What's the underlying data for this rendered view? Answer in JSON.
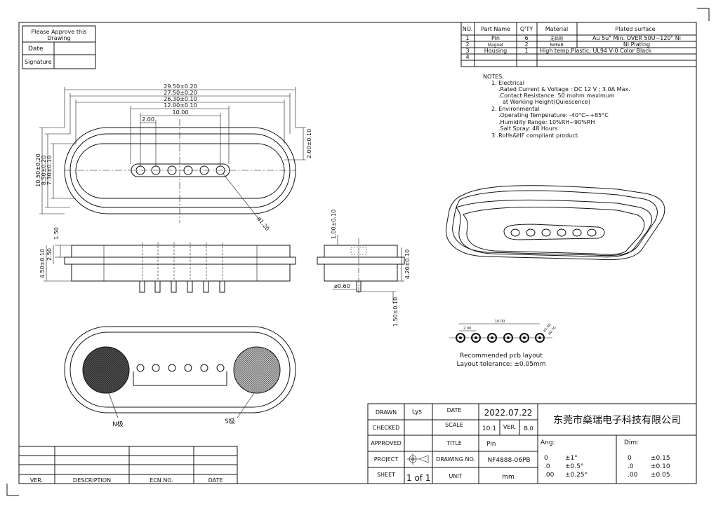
{
  "approve_box": {
    "title_line1": "Please Approve this",
    "title_line2": "Drawing",
    "date_label": "Date",
    "signature_label": "Signature"
  },
  "parts_table": {
    "headers": [
      "NO.",
      "Part Name",
      "Q'TY",
      "Material",
      "Plated surface"
    ],
    "rows": [
      {
        "no": "1",
        "name": "Pin",
        "qty": "6",
        "material": "无铅铜",
        "plated": "Au 5u\" Min. OVER 50U~120\" Ni"
      },
      {
        "no": "2",
        "name": "Magnet",
        "qty": "2",
        "material": "NdFeB",
        "plated": "Ni Plating"
      },
      {
        "no": "3",
        "name": "Housing",
        "qty": "1",
        "material": "High temp.Plastic; UL94 V-0 Color Black",
        "plated": ""
      },
      {
        "no": "4",
        "name": "",
        "qty": "",
        "material": "",
        "plated": ""
      }
    ]
  },
  "notes": {
    "title": "NOTES:",
    "lines": [
      "1.  Electrical",
      ".Rated Current & Voltage : DC 12 V ; 3.0A Max.",
      ".Contact Resistance: 50 mohm maximum",
      " at Working Height(Quiescence)",
      "2.  Environmental",
      ".Operating Temperature: -40°C~+85°C",
      ".Humidity Range: 10%RH~90%RH",
      ".Salt Spray: 48 Hours",
      "3  .RoHs&HF compliant product."
    ]
  },
  "dims_top": {
    "w1": "29.50±0.20",
    "w2": "27.50±0.20",
    "w3": "26.30±0.10",
    "w4": "12.00±0.10",
    "w5": "10.00",
    "pitch": "2.00",
    "h1": "10.50±0.20",
    "h2": "8.50±0.20",
    "h3": "7.30±0.10",
    "right": "2.00±0.10",
    "pin_dia": "ø1.20"
  },
  "dims_side": {
    "d150": "1.50",
    "d250": "2.50",
    "d450": "4.50±0.10",
    "d100": "1.00±0.10",
    "d420": "4.20±0.10",
    "d060": "ø0.60",
    "d150b": "1.50±0.10"
  },
  "pcb": {
    "pitch": "2.00",
    "span": "10.00",
    "d1": "ø1.50",
    "d2": "ø0.70",
    "label1": "Recommended pcb layout",
    "label2": "Layout tolerance: ±0.05mm"
  },
  "bottom_view": {
    "n_label": "N极",
    "s_label": "S极"
  },
  "revision_table": {
    "headers": [
      "VER.",
      "DESCRIPTION",
      "ECN NO.",
      "DATE"
    ]
  },
  "title_block": {
    "drawn_label": "DRAWN",
    "drawn_value": "Lys",
    "date_label": "DATE",
    "date_value": "2022.07.22",
    "company": "东莞市燊瑞电子科技有限公司",
    "checked_label": "CHECKED",
    "scale_label": "SCALE",
    "scale_value": "10:1",
    "ver_label": "VER.",
    "ver_value": "B.0",
    "approved_label": "APPROVED",
    "title_label": "TITLE",
    "title_value": "Pin",
    "project_label": "PROJECT",
    "drawing_no_label": "DRAWING NO.",
    "drawing_no_value": "NF4888-06PB",
    "sheet_label": "SHEET",
    "sheet_value": "1  of  1",
    "unit_label": "UNIT",
    "unit_value": "mm",
    "ang_label": "Ang:",
    "dim_label": "Dim:",
    "ang_rows": [
      {
        "k": "0",
        "v": "±1°"
      },
      {
        "k": ".0",
        "v": "±0.5°"
      },
      {
        "k": ".00",
        "v": "±0.25°"
      }
    ],
    "dim_rows": [
      {
        "k": "0",
        "v": "±0.15"
      },
      {
        "k": ".0",
        "v": "±0.10"
      },
      {
        "k": ".00",
        "v": "±0.05"
      }
    ]
  }
}
